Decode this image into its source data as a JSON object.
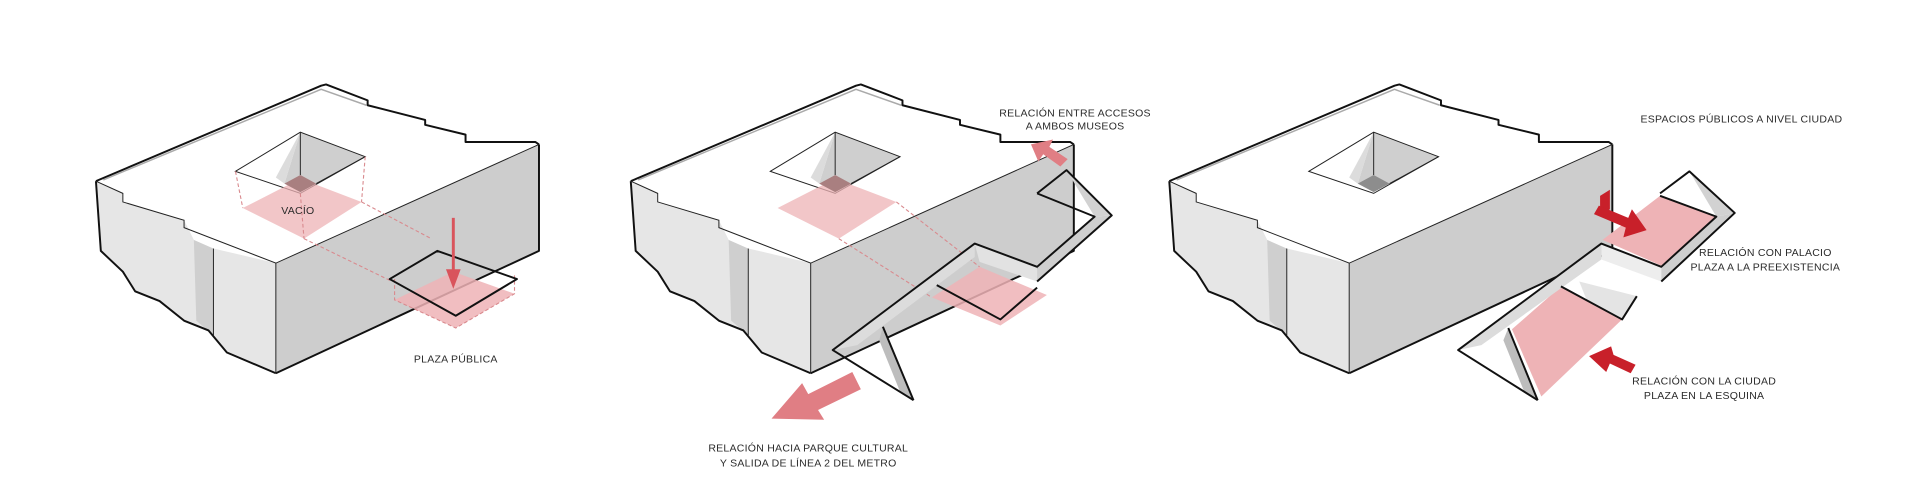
{
  "colors": {
    "pink": "#eeb3b6",
    "red": "#c8202a",
    "salmon": "#e07e84",
    "wall_light": "#e6e6e6",
    "wall_dark": "#cdcdcd"
  },
  "panels": [
    {
      "labels": {
        "void": "VACÍO",
        "plaza": "PLAZA PÚBLICA"
      }
    },
    {
      "labels": {
        "access_line1": "RELACIÓN ENTRE ACCESOS",
        "access_line2": "A AMBOS MUSEOS",
        "park_line1": "RELACIÓN HACIA PARQUE CULTURAL",
        "park_line2": "Y SALIDA DE LÍNEA 2 DEL METRO"
      }
    },
    {
      "labels": {
        "title": "ESPACIOS PÚBLICOS A NIVEL CIUDAD",
        "palace_line1": "RELACIÓN CON PALACIO",
        "palace_line2": "PLAZA A LA PREEXISTENCIA",
        "city_line1": "RELACIÓN CON LA CIUDAD",
        "city_line2": "PLAZA EN LA ESQUINA"
      }
    }
  ]
}
